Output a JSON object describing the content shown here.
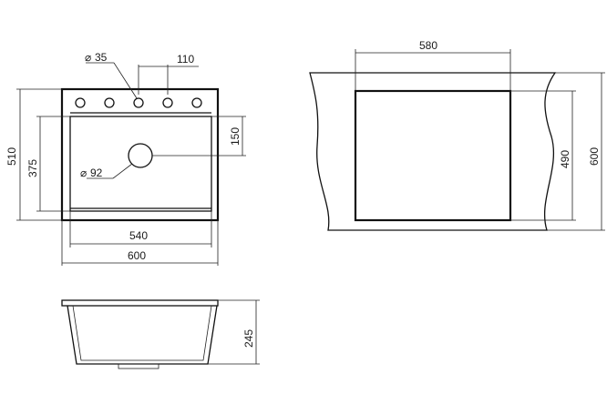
{
  "drawing": {
    "stroke_color": "#111111",
    "background": "#ffffff",
    "top_view": {
      "hole_diameter": "35",
      "hole_spacing": "110",
      "drain_diameter": "92",
      "drain_offset": "150",
      "outer_width": "600",
      "inner_width": "540",
      "outer_depth": "510",
      "inner_depth": "375",
      "diameter_symbol": "⌀"
    },
    "cutout_view": {
      "cutout_width": "580",
      "cutout_depth": "490",
      "cabinet_depth": "600"
    },
    "side_view": {
      "bowl_height": "245"
    }
  }
}
